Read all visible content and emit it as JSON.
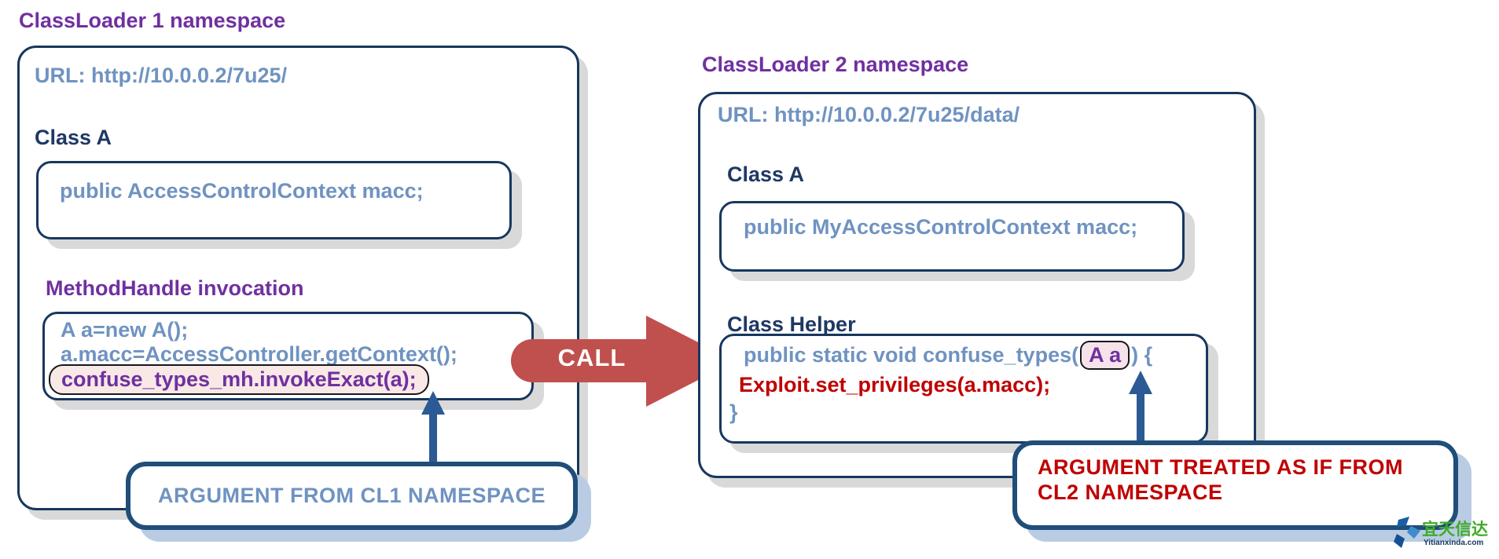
{
  "cl1": {
    "title": "ClassLoader 1 namespace",
    "url": "URL: http://10.0.0.2/7u25/",
    "class_a_label": "Class A",
    "class_a_code": "public AccessControlContext macc;",
    "mh_label": "MethodHandle invocation",
    "code_line1": "A a=new A();",
    "code_line2": "a.macc=AccessController.getContext();",
    "code_line3_highlight": "confuse_types_mh.invokeExact(a);",
    "annotation": "ARGUMENT FROM CL1 NAMESPACE"
  },
  "call_arrow": {
    "label": "CALL"
  },
  "cl2": {
    "title": "ClassLoader 2 namespace",
    "url": "URL: http://10.0.0.2/7u25/data/",
    "class_a_label": "Class A",
    "class_a_code": "public MyAccessControlContext macc;",
    "helper_label": "Class Helper",
    "code_line1_pre": "public static void confuse_types(",
    "code_line1_highlight": "A a",
    "code_line1_post": ") {",
    "code_line2": "Exploit.set_privileges(a.macc);",
    "code_line3": "}",
    "annotation_line1": "ARGUMENT TREATED AS IF FROM",
    "annotation_line2": "CL2 NAMESPACE"
  },
  "watermark": {
    "name_cn": "宜天信达",
    "name_en": "Yitianxinda.com"
  },
  "colors": {
    "purple": "#7030a0",
    "steel_blue_text": "#6f93c1",
    "navy_border": "#17375e",
    "annot_border": "#1f4e79",
    "arrow_navy": "#2b5a94",
    "call_red": "#c0504d",
    "red_text": "#c00000",
    "pill_pink": "#f8e9e7",
    "gray_shadow": "#d9d9d9",
    "blue_shadow": "#b9cce4",
    "watermark_green": "#3fab28"
  }
}
